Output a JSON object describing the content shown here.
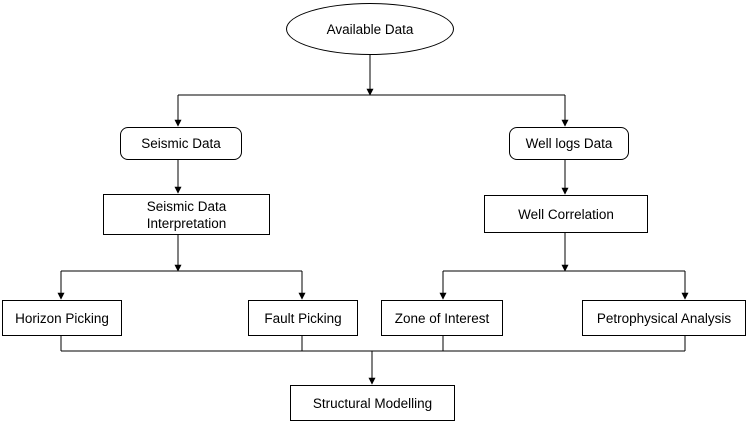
{
  "nodes": {
    "available_data": "Available Data",
    "seismic_data": "Seismic Data",
    "well_logs_data": "Well logs Data",
    "seismic_interpretation_line1": "Seismic Data",
    "seismic_interpretation_line2": "Interpretation",
    "well_correlation": "Well Correlation",
    "horizon_picking": "Horizon Picking",
    "fault_picking": "Fault Picking",
    "zone_of_interest": "Zone of Interest",
    "petrophysical_analysis": "Petrophysical Analysis",
    "structural_modelling": "Structural Modelling"
  },
  "colors": {
    "stroke": "#000000",
    "background": "#ffffff"
  }
}
